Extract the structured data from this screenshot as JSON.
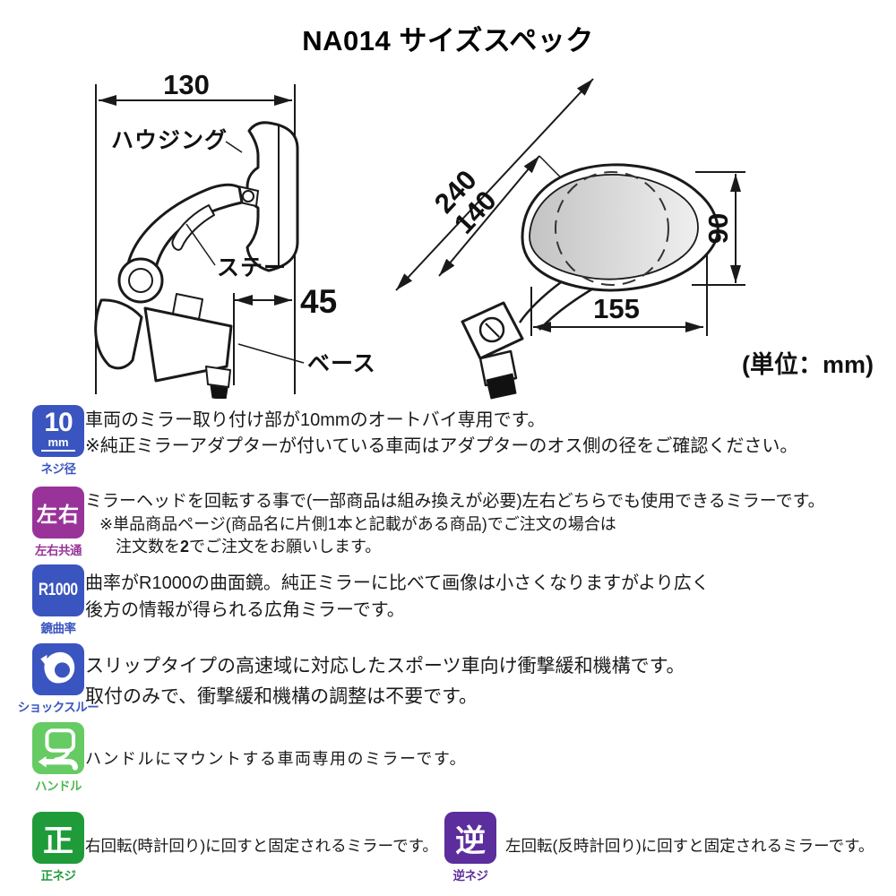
{
  "title": "NA014 サイズスペック",
  "unit_note": "(単位：mm)",
  "colors": {
    "badge_blue": "#3a55c0",
    "badge_magenta": "#993399",
    "badge_light_green": "#66cb63",
    "badge_green": "#1f9c39",
    "badge_violet": "#5c2d9c"
  },
  "diagram_left": {
    "width_dim": "130",
    "offset_dim": "45",
    "housing_label": "ハウジング",
    "stay_label": "ステー",
    "base_label": "ベース"
  },
  "diagram_right": {
    "total_dim": "240",
    "mirror_dim": "140",
    "height_dim": "90",
    "length_dim": "155"
  },
  "features": {
    "screw": {
      "badge_main": "10",
      "badge_sub": "mm",
      "caption": "ネジ径",
      "line1": "車両のミラー取り付け部が10mmのオートバイ専用です。",
      "line2": "※純正ミラーアダプターが付いている車両はアダプターのオス側の径をご確認ください。"
    },
    "leftright": {
      "badge": "左右",
      "caption": "左右共通",
      "line1": "ミラーヘッドを回転する事で(一部商品は組み換えが必要)左右どちらでも使用できるミラーです。",
      "line2": "※単品商品ページ(商品名に片側1本と記載がある商品)でご注文の場合は",
      "line3_pre": "注文数を",
      "line3_bold": "2",
      "line3_post": "でご注文をお願いします。"
    },
    "curvature": {
      "badge": "R1000",
      "caption": "鏡曲率",
      "line1": "曲率がR1000の曲面鏡。純正ミラーに比べて画像は小さくなりますがより広く",
      "line2": "後方の情報が得られる広角ミラーです。"
    },
    "shock": {
      "icon": "shock-through-icon",
      "caption": "ショックスルー",
      "line1": "スリップタイプの高速域に対応したスポーツ車向け衝撃緩和機構です。",
      "line2": "取付のみで、衝撃緩和機構の調整は不要です。"
    },
    "handle": {
      "icon": "handlebar-mirror-icon",
      "caption": "ハンドル",
      "line1": "ハンドルにマウントする車両専用のミラーです。"
    },
    "normal_thread": {
      "badge": "正",
      "caption": "正ネジ",
      "line1": "右回転(時計回り)に回すと固定されるミラーです。"
    },
    "reverse_thread": {
      "badge": "逆",
      "caption": "逆ネジ",
      "line1": "左回転(反時計回り)に回すと固定されるミラーです。"
    }
  }
}
